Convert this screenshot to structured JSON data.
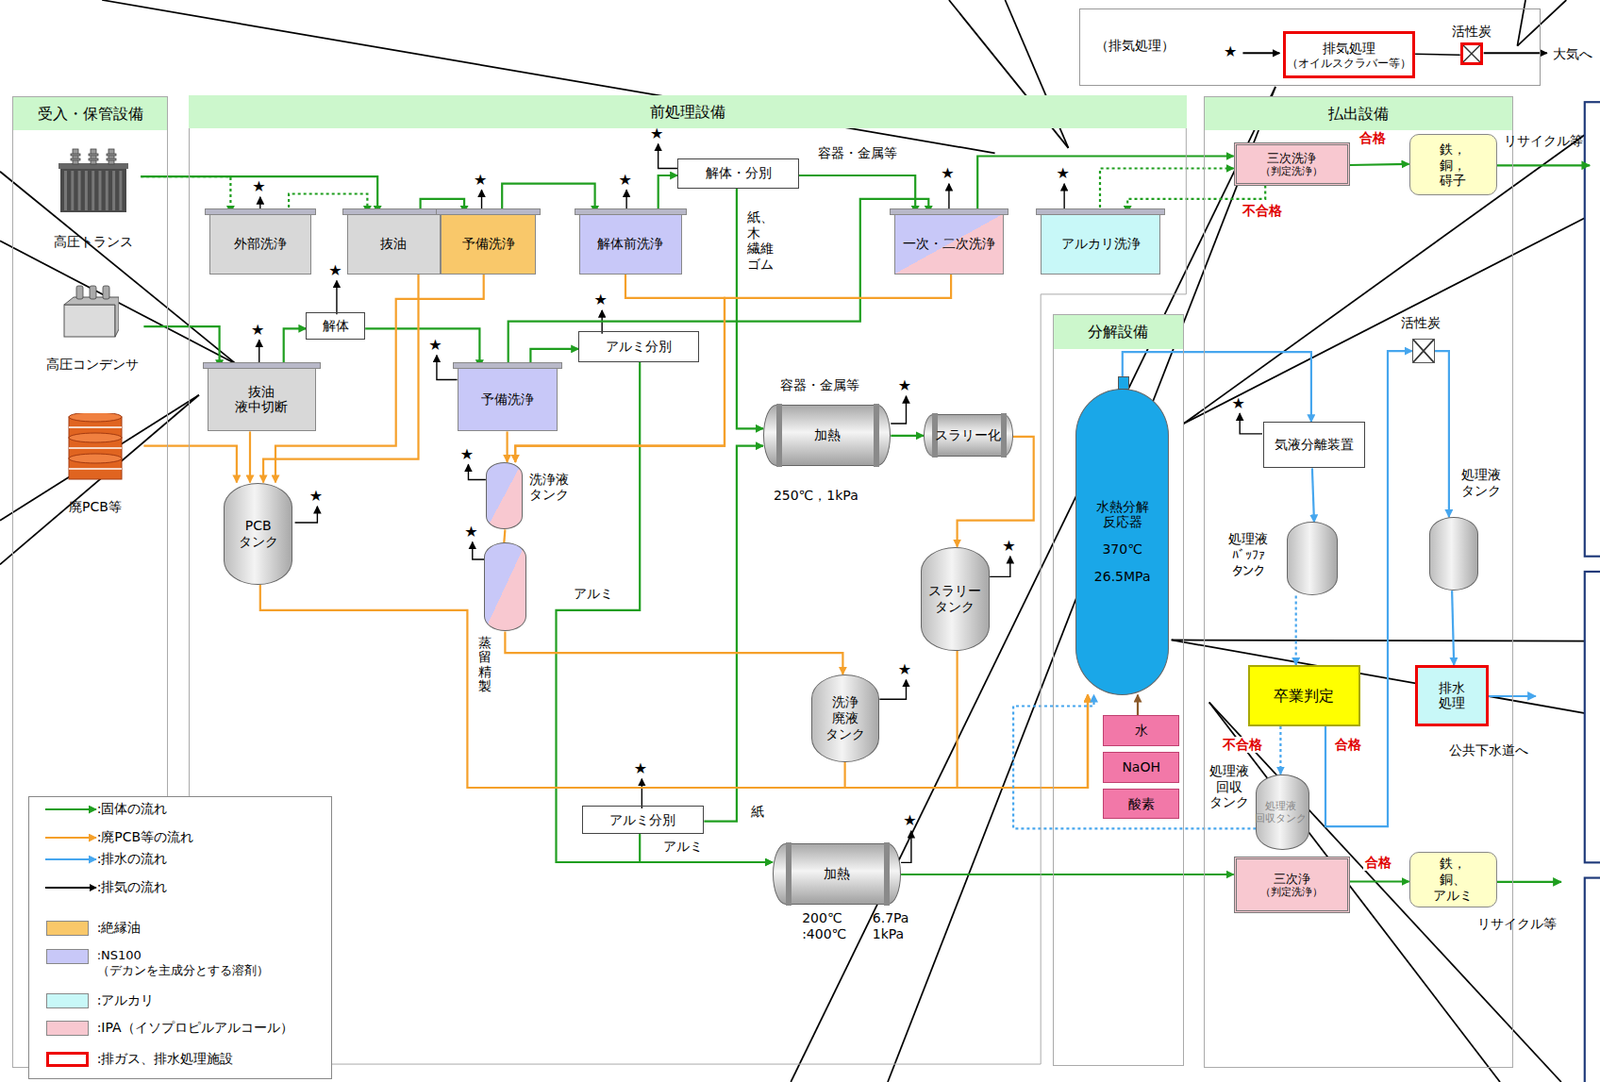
{
  "diagram": {
    "nodes": [
      {
        "text": [
          "（排気処理）"
        ]
      },
      {
        "text": [
          "排気処理",
          "（オイルスクラバー等）"
        ],
        "in": 0
      },
      {
        "text": [
          "活性炭"
        ],
        "in": 0
      },
      {
        "text": [
          "受入・保管設備"
        ]
      },
      {
        "text": [
          "高圧トランス"
        ],
        "in": 3
      },
      {
        "text": [
          "高圧コンデンサ"
        ],
        "in": 3
      },
      {
        "text": [
          "廃PCB等"
        ],
        "in": 3
      },
      {
        "text": [
          "前処理設備"
        ]
      },
      {
        "text": [
          "外部洗浄"
        ],
        "in": 7
      },
      {
        "text": [
          "抜油"
        ],
        "in": 7
      },
      {
        "text": [
          "予備洗浄"
        ],
        "in": 7
      },
      {
        "text": [
          "解体・分別"
        ],
        "in": 7
      },
      {
        "text": [
          "解体前洗浄"
        ],
        "in": 7
      },
      {
        "text": [
          "一次・二次洗浄"
        ],
        "in": 7
      },
      {
        "text": [
          "アルカリ洗浄"
        ],
        "in": 7
      },
      {
        "text": [
          "解体"
        ],
        "in": 7
      },
      {
        "text": [
          "抜油 液中切断"
        ],
        "in": 7
      },
      {
        "text": [
          "予備洗浄"
        ],
        "in": 7
      },
      {
        "text": [
          "アルミ分別"
        ],
        "in": 7
      },
      {
        "text": [
          "PCB タンク"
        ],
        "in": 7
      },
      {
        "text": [
          "洗浄液 タンク"
        ],
        "in": 7
      },
      {
        "text": [
          "蒸留精製"
        ],
        "in": 7
      },
      {
        "text": [
          "加熱"
        ],
        "in": 7
      },
      {
        "text": [
          "スラリー化"
        ],
        "in": 7
      },
      {
        "text": [
          "スラリー タンク"
        ],
        "in": 7
      },
      {
        "text": [
          "洗浄 廃液 タンク"
        ],
        "in": 7
      },
      {
        "text": [
          "アルミ分別"
        ],
        "in": 7
      },
      {
        "text": [
          "加熱"
        ],
        "in": 7
      },
      {
        "text": [
          "分解設備"
        ]
      },
      {
        "text": [
          "水熱分解 反応器",
          "370℃",
          "26.5MPa"
        ],
        "in": 28
      },
      {
        "text": [
          "水"
        ],
        "in": 28
      },
      {
        "text": [
          "NaOH"
        ],
        "in": 28
      },
      {
        "text": [
          "酸素"
        ],
        "in": 28
      },
      {
        "text": [
          "払出設備"
        ]
      },
      {
        "text": [
          "三次洗浄",
          "（判定洗浄）"
        ],
        "in": 33
      },
      {
        "text": [
          "鉄，銅， 碍子"
        ],
        "in": 33
      },
      {
        "text": [
          "活性炭"
        ],
        "in": 33
      },
      {
        "text": [
          "気液分離装置"
        ],
        "in": 33
      },
      {
        "text": [
          "処理液 ﾊﾞｯﾌｧ タンク"
        ],
        "in": 33
      },
      {
        "text": [
          "処理液 タンク"
        ],
        "in": 33
      },
      {
        "text": [
          "卒業判定"
        ],
        "in": 33
      },
      {
        "text": [
          "排水 処理"
        ],
        "in": 33
      },
      {
        "text": [
          "処理液 回収 タンク",
          "処理液 回収タンク"
        ],
        "in": 33
      },
      {
        "text": [
          "三次浄",
          "（判定洗浄）"
        ],
        "in": 33
      },
      {
        "text": [
          "鉄，銅、 アルミ"
        ],
        "in": 33
      }
    ],
    "edges": [
      {
        "from": 4,
        "to": 8,
        "arrow": "to"
      },
      {
        "from": 8,
        "to": 9,
        "arrow": "to"
      },
      {
        "from": 4,
        "to": 9,
        "arrow": "to"
      },
      {
        "from": 9,
        "to": 10,
        "arrow": "to"
      },
      {
        "from": 10,
        "to": 12,
        "arrow": "to"
      },
      {
        "from": 12,
        "to": 11,
        "arrow": "to"
      },
      {
        "from": 11,
        "to": 13,
        "arrow": "to",
        "label": "容器・金属等"
      },
      {
        "from": 11,
        "to": 22,
        "arrow": "to",
        "label": "紙、木 繊維 ゴム"
      },
      {
        "from": 13,
        "to": 34,
        "arrow": "to"
      },
      {
        "from": 34,
        "to": 35,
        "arrow": "to",
        "label": "合格"
      },
      {
        "from": 34,
        "to": 14,
        "arrow": "to",
        "label": "不合格"
      },
      {
        "from": 14,
        "to": 34,
        "arrow": "to"
      },
      {
        "from": 5,
        "to": 16,
        "arrow": "to"
      },
      {
        "from": 16,
        "to": 15,
        "arrow": "to"
      },
      {
        "from": 15,
        "to": 17,
        "arrow": "to"
      },
      {
        "from": 17,
        "to": 13,
        "arrow": "to"
      },
      {
        "from": 17,
        "to": 18,
        "arrow": "to"
      },
      {
        "from": 18,
        "to": 27,
        "arrow": "to",
        "label": "アルミ"
      },
      {
        "from": 26,
        "to": 27,
        "arrow": "to",
        "label": "アルミ"
      },
      {
        "from": 26,
        "to": 22,
        "arrow": "to",
        "label": "紙"
      },
      {
        "from": 27,
        "to": 43,
        "arrow": "to"
      },
      {
        "from": 43,
        "to": 44,
        "arrow": "to",
        "label": "合格"
      },
      {
        "from": 22,
        "to": 23,
        "arrow": "to"
      },
      {
        "from": 6,
        "to": 19,
        "arrow": "to"
      },
      {
        "from": 16,
        "to": 19,
        "arrow": "to"
      },
      {
        "from": 9,
        "to": 19,
        "arrow": "to"
      },
      {
        "from": 10,
        "to": 19,
        "arrow": "to"
      },
      {
        "from": 12,
        "to": 20,
        "arrow": "to"
      },
      {
        "from": 13,
        "to": 20,
        "arrow": "to"
      },
      {
        "from": 17,
        "to": 20,
        "arrow": "to"
      },
      {
        "from": 20,
        "to": 21,
        "arrow": "none"
      },
      {
        "from": 21,
        "to": 25,
        "arrow": "to"
      },
      {
        "from": 23,
        "to": 24,
        "arrow": "to"
      },
      {
        "from": 24,
        "to": 29,
        "arrow": "to"
      },
      {
        "from": 25,
        "to": 29,
        "arrow": "to"
      },
      {
        "from": 19,
        "to": 29,
        "arrow": "to"
      },
      {
        "from": 29,
        "to": 37,
        "arrow": "to"
      },
      {
        "from": 37,
        "to": 38,
        "arrow": "to"
      },
      {
        "from": 38,
        "to": 40,
        "arrow": "to"
      },
      {
        "from": 40,
        "to": 36,
        "arrow": "to",
        "label": "合格"
      },
      {
        "from": 40,
        "to": 42,
        "arrow": "to",
        "label": "不合格"
      },
      {
        "from": 42,
        "to": 29,
        "arrow": "to"
      },
      {
        "from": 36,
        "to": 39,
        "arrow": "to"
      },
      {
        "from": 39,
        "to": 41,
        "arrow": "to"
      },
      {
        "from": 30,
        "to": 29,
        "arrow": "to"
      },
      {
        "from": 1,
        "to": 2,
        "arrow": "none"
      }
    ],
    "labels": [
      "大気へ",
      "容器・金属等",
      "250℃，1kPa",
      "200℃ :400℃",
      "6.7Pa 1kPa",
      "リサイクル等",
      "公共下水道へ",
      "リサイクル等",
      "★",
      "★",
      "★",
      "★",
      "★",
      "★",
      "★",
      "★",
      "★",
      "★",
      "★",
      "★",
      "★",
      "★",
      "★",
      "★",
      "★",
      "★",
      "★",
      "★"
    ],
    "legend": [
      {
        "text": ":固体の流れ"
      },
      {
        "text": ":廃PCB等の流れ"
      },
      {
        "text": ":排水の流れ"
      },
      {
        "text": ":排気の流れ"
      },
      {
        "text": ":絶縁油",
        "color": "#f9c86a"
      },
      {
        "text": ":NS100 （デカンを主成分とする溶剤）",
        "color": "#c8c8f8"
      },
      {
        "text": ":アルカリ",
        "color": "#c8f8f8"
      },
      {
        "text": ":IPA（イソプロピルアルコール）",
        "color": "#f8c8d0"
      },
      {
        "text": ":排ガス、排水処理施設"
      }
    ]
  }
}
